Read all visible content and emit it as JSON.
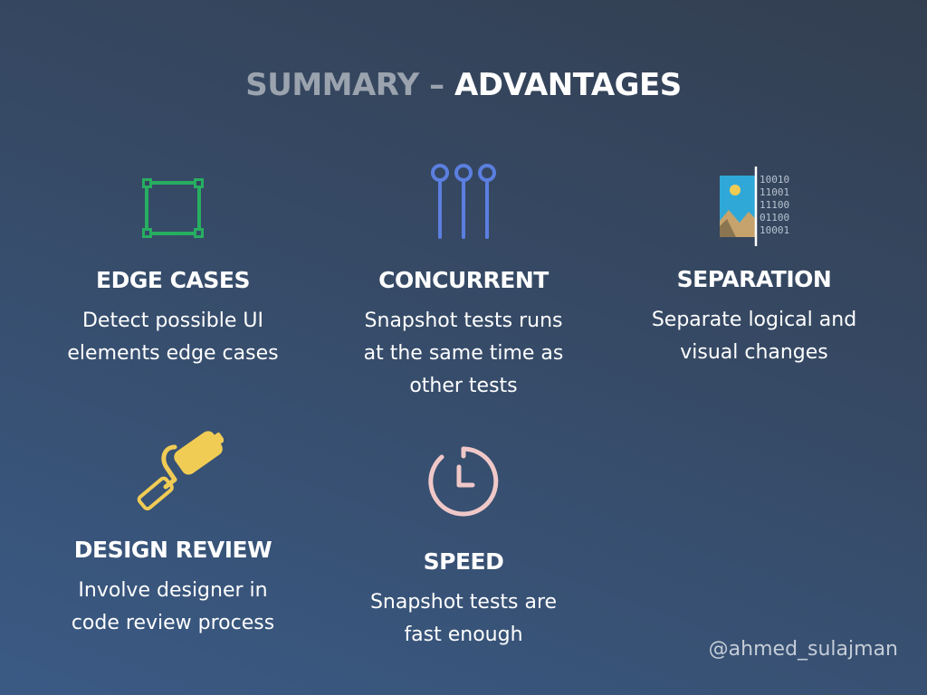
{
  "title": {
    "prefix": "SUMMARY",
    "dash": "–",
    "highlight": "ADVANTAGES"
  },
  "cards": [
    {
      "icon": "vector-square-icon",
      "heading": "EDGE CASES",
      "lines": [
        "Detect possible UI",
        "elements edge cases"
      ]
    },
    {
      "icon": "sliders-pins-icon",
      "heading": "CONCURRENT",
      "lines": [
        "Snapshot tests runs",
        "at the same time as",
        "other tests"
      ]
    },
    {
      "icon": "image-binary-split-icon",
      "heading": "SEPARATION",
      "lines": [
        "Separate logical and",
        "visual changes"
      ],
      "binary": [
        "10010",
        "11001",
        "11100",
        "01100",
        "10001"
      ]
    },
    {
      "icon": "paint-roller-icon",
      "heading": "DESIGN REVIEW",
      "lines": [
        "Involve designer in",
        "code review process"
      ]
    },
    {
      "icon": "clock-icon",
      "heading": "SPEED",
      "lines": [
        "Snapshot tests are",
        "fast enough"
      ]
    }
  ],
  "handle": "@ahmed_sulajman",
  "colors": {
    "green": "#27ae60",
    "blue": "#5b7fe0",
    "yellow": "#f1cc55",
    "pink": "#f0c8c8",
    "sky": "#2fa8d8",
    "muted": "#9aa3ae"
  }
}
